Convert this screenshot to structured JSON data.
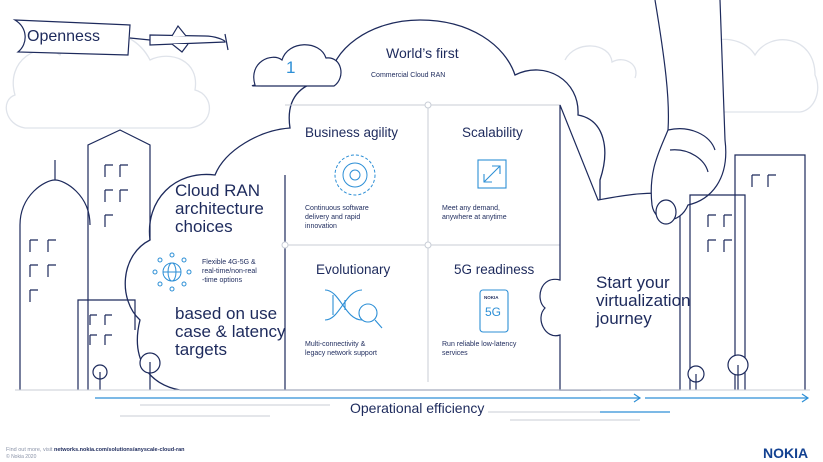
{
  "banner": {
    "label": "Openness"
  },
  "hero": {
    "number": "1",
    "title": "World’s first",
    "subtitle": "Commercial Cloud RAN"
  },
  "architecture": {
    "title_lines": [
      "Cloud RAN",
      "architecture",
      "choices"
    ],
    "options_lines": [
      "Flexible 4G-5G &",
      "real-time/non-real",
      "-time options"
    ],
    "footer_lines": [
      "based on use",
      "case & latency",
      "targets"
    ]
  },
  "quadrants": [
    {
      "title": "Business agility",
      "desc_lines": [
        "Continuous software",
        "delivery and rapid",
        "innovation"
      ],
      "icon": "gear-cycle-icon"
    },
    {
      "title": "Scalability",
      "desc_lines": [
        "Meet any demand,",
        "anywhere at anytime"
      ],
      "icon": "scale-arrow-icon"
    },
    {
      "title": "Evolutionary",
      "desc_lines": [
        "Multi-connectivity &",
        "legacy network support"
      ],
      "icon": "dna-magnifier-icon"
    },
    {
      "title": "5G readiness",
      "desc_lines": [
        "Run reliable low-latency",
        "services"
      ],
      "icon": "phone-5g-icon"
    }
  ],
  "phone_badge": {
    "brand": "NOKIA",
    "label": "5G"
  },
  "journey": {
    "lines": [
      "Start your",
      "virtualization",
      "journey"
    ]
  },
  "efficiency": {
    "label": "Operational efficiency"
  },
  "footer": {
    "prefix": "Find out more, visit ",
    "link": "networks.nokia.com/solutions/anyscale-cloud-ran",
    "copyright": "© Nokia 2020",
    "logo": "NOKIA"
  },
  "colors": {
    "ink": "#1d2a5c",
    "accent": "#2d8fd6",
    "line": "#c8cdd6",
    "light_line": "#dfe3ea"
  }
}
